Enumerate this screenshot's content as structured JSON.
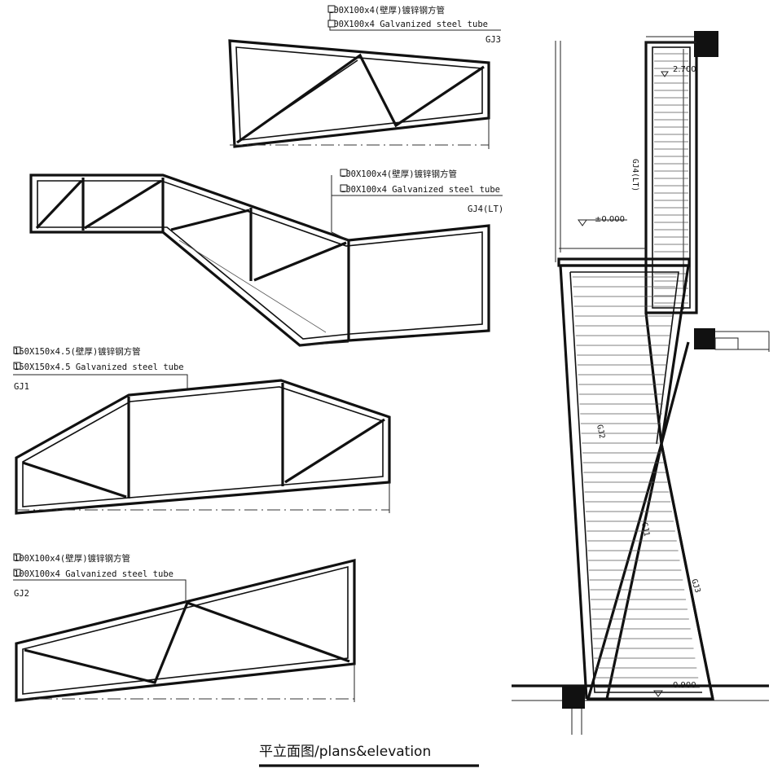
{
  "title": "平立面图/plans&elevation",
  "members": {
    "gj3": {
      "spec_cn": "100X100x4(壁厚)镀锌钢方管",
      "spec_en": "100X100x4 Galvanized steel tube",
      "tag": "GJ3"
    },
    "gj4": {
      "spec_cn": "100X100x4(壁厚)镀锌钢方管",
      "spec_en": "100X100x4 Galvanized steel tube",
      "tag": "GJ4(LT)"
    },
    "gj1": {
      "spec_cn": "150X150x4.5(壁厚)镀锌钢方管",
      "spec_en": "150X150x4.5 Galvanized steel tube",
      "tag": "GJ1"
    },
    "gj2": {
      "spec_cn": "100X100x4(壁厚)镀锌钢方管",
      "spec_en": "100X100x4 Galvanized steel tube",
      "tag": "GJ2"
    }
  },
  "elevation": {
    "level_top": "2.700",
    "level_zero": "±0.000",
    "level_bottom": "0.900",
    "tag_gj4": "GJ4(LT)",
    "tag_gj2": "GJ2",
    "tag_gj1": "GJ1",
    "tag_gj3": "GJ3"
  }
}
